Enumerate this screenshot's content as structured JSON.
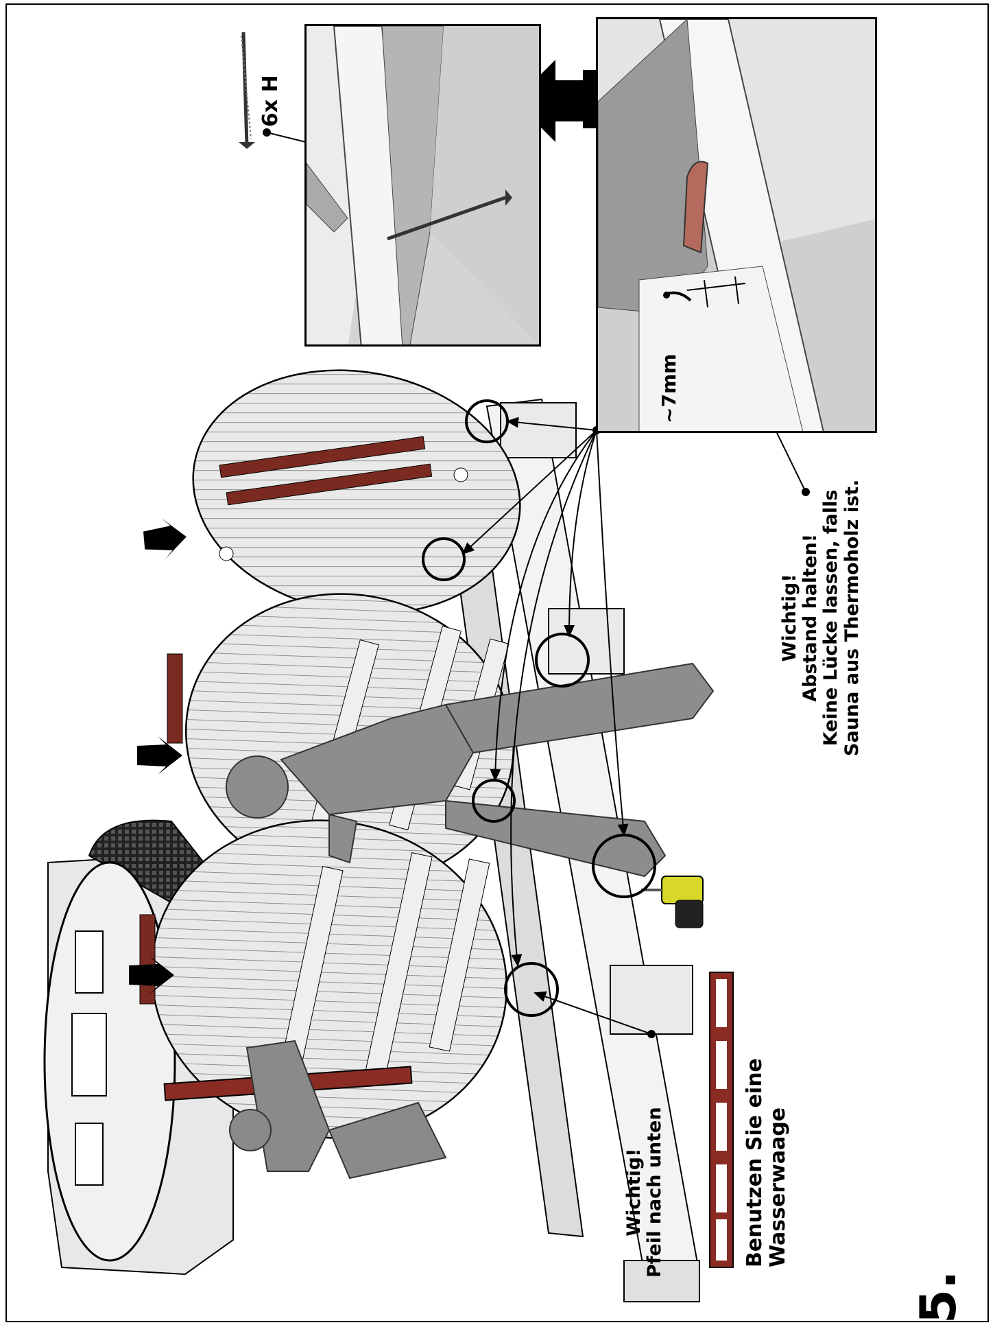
{
  "step_number": "5.",
  "callouts": {
    "screw_label": "6x H",
    "gap_label": "~7mm",
    "distance_note": {
      "line1": "Wichtig!",
      "line2": "Abstand halten!",
      "line3": "Keine Lücke lassen, falls",
      "line4": "Sauna aus Thermoholz ist."
    },
    "arrow_note": {
      "line1": "Wichtig!",
      "line2": "Pfeil nach unten"
    },
    "level_note": {
      "line1": "Benutzen Sie eine",
      "line2": "Wasserwaage"
    }
  },
  "colors": {
    "wood_light": "#e6e6e6",
    "wood_line": "#888888",
    "level_red": "#8a2c24",
    "figure_gray": "#8a8a8a",
    "drill_yellow": "#d8d82a",
    "ink": "#000000"
  }
}
